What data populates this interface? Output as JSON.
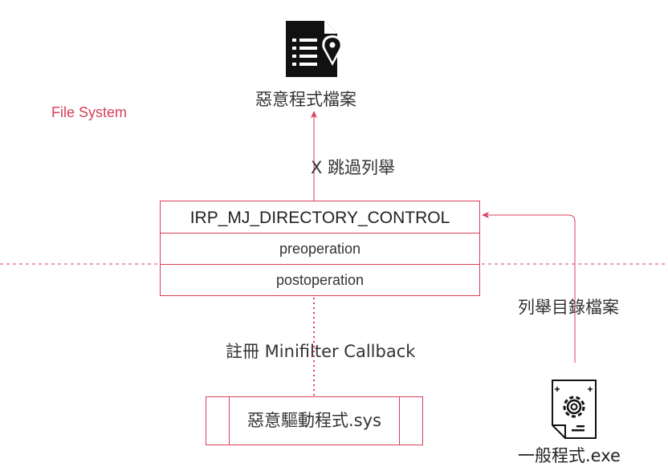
{
  "labels": {
    "file_system": "File System",
    "malicious_file": "惡意程式檔案",
    "skip_enum": "X 跳過列舉",
    "register": "註冊 Minifilter Callback",
    "enum_files": "列舉目錄檔案",
    "normal_app": "一般程式.exe"
  },
  "irp": {
    "title": "IRP_MJ_DIRECTORY_CONTROL",
    "preoperation": "preoperation",
    "postoperation": "postoperation"
  },
  "driver": {
    "label": "惡意驅動程式.sys"
  },
  "icons": {
    "file_icon": "document-location-icon",
    "app_icon": "gear-document-icon"
  },
  "colors": {
    "accent": "#d6405a",
    "icon": "#111111",
    "text": "#333333"
  }
}
